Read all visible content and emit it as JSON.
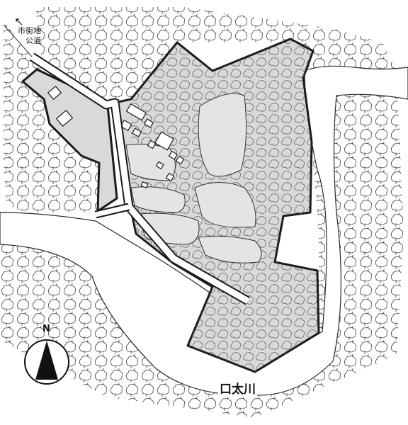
{
  "labels": {
    "road_line1": "市街地",
    "road_line2": "公道",
    "river": "口太川",
    "north": "N"
  },
  "icons": {
    "road_direction": "arrow-northwest-icon",
    "compass": "north-arrow-icon",
    "tree": "tree-canopy-icon"
  },
  "colors": {
    "park_fill": "#d9d9d9",
    "outline": "#1a1a1a",
    "background": "#ffffff",
    "compass_fill": "#111111"
  }
}
